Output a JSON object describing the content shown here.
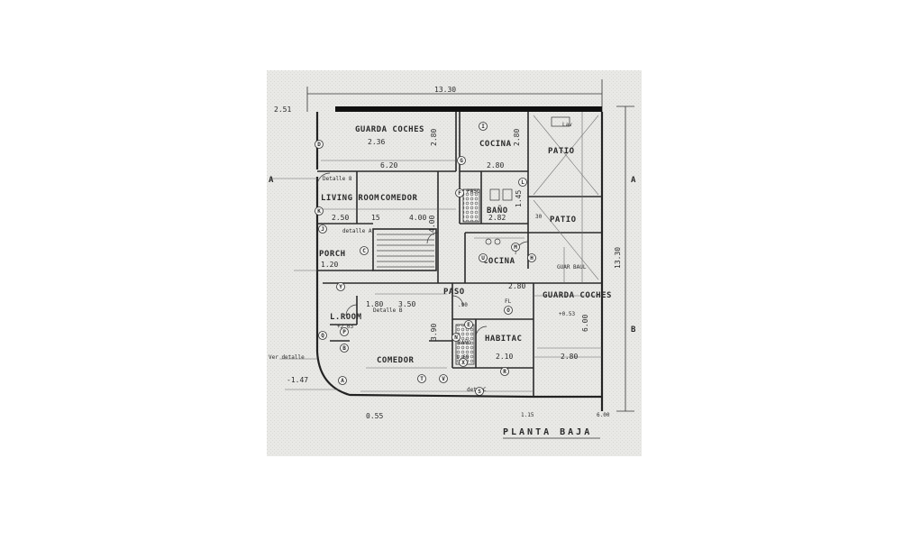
{
  "title": "PLANTA BAJA",
  "rooms": {
    "guarda_coches_top": "GUARDA COCHES",
    "cocina_top": "COCINA",
    "patio_top": "PATIO",
    "living_room": "LIVING ROOM",
    "comedor_top": "COMEDOR",
    "paso_top": "PASO",
    "bano_top": "BAÑO",
    "patio_mid": "PATIO",
    "porch": "PORCH",
    "cocina_mid": "COCINA",
    "paso_mid": "PASO",
    "guarda_coches_right": "GUARDA COCHES",
    "bano_low": "BAÑO",
    "habitac": "HABITAC",
    "comedor_low": "COMEDOR",
    "l_room_low": "L.ROOM"
  },
  "dimensions": {
    "overall_width": "13.30",
    "overall_depth": "13.30",
    "d_251": "2.51",
    "d_236": "2.36",
    "d_620": "6.20",
    "d_280_top": "2.80",
    "d_280_coc": "2.80",
    "d_280_v": "2.80",
    "d_250": "2.50",
    "d_15": "15",
    "d_400_h": "4.00",
    "d_400_v": "4.00",
    "d_282": "2.82",
    "d_145": "1.45",
    "d_30": "30",
    "d_120": "1.20",
    "d_350": "3.50",
    "d_180": "1.80",
    "d_280_mid": "2.80",
    "d_90": ".90",
    "d_600": "6.00",
    "d_390": "3.90",
    "d_165": "1.65",
    "d_210": "2.10",
    "d_280_low": "2.80",
    "d_203": "+2.03",
    "d_053": "+0.53",
    "d_147": "-1.47",
    "d_055": "0.55",
    "d_115": "1.15",
    "d_600b": "6.00"
  },
  "notes": {
    "detalle_8": "Detalle 8",
    "detalle_a": "detalle A",
    "detalle_b": "Detalle B",
    "ver_detalle": "Ver detalle",
    "det_c": "det. C",
    "lav": "Lav",
    "guar_baul": "GUAR BAUL",
    "fl": "FL"
  },
  "section_marks": {
    "a_left": "A",
    "a_right": "A",
    "b_right": "B"
  },
  "circle_marks": [
    "A",
    "B",
    "C",
    "D",
    "E",
    "F",
    "G",
    "H",
    "I",
    "J",
    "K",
    "L",
    "M",
    "N",
    "O",
    "P",
    "Q",
    "R",
    "S",
    "T",
    "U",
    "V",
    "X",
    "Y"
  ]
}
